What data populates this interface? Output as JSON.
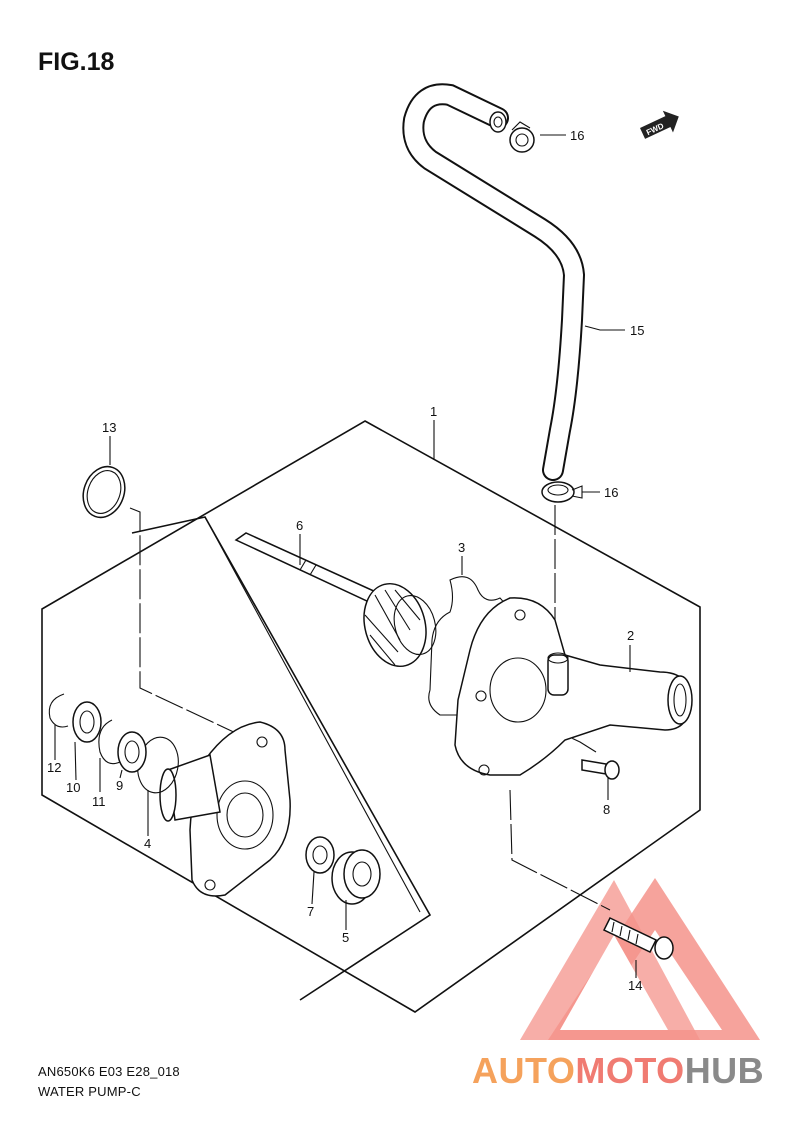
{
  "figure": {
    "title": "FIG.18"
  },
  "footer": {
    "model_code": "AN650K6 E03 E28_018",
    "name": "WATER PUMP-C"
  },
  "fwd_label": "FWD",
  "callouts": [
    "1",
    "2",
    "3",
    "4",
    "5",
    "6",
    "7",
    "8",
    "9",
    "10",
    "11",
    "12",
    "13",
    "14",
    "15",
    "16",
    "16"
  ],
  "watermark": {
    "part_a": "AUTO",
    "part_b": "MOTO",
    "part_c": "HUB"
  },
  "colors": {
    "watermark_orange": "#f5a25c",
    "watermark_red": "#f07b72",
    "watermark_gray": "#8a8a8a",
    "line": "#111111"
  }
}
